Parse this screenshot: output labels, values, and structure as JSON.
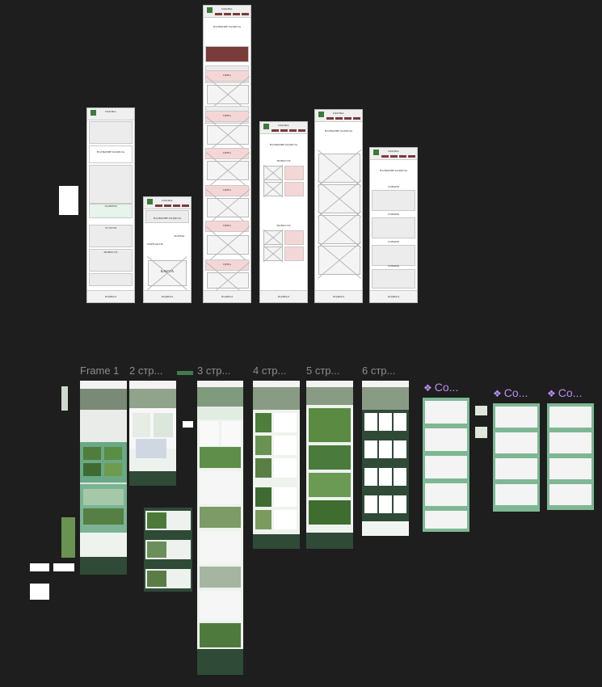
{
  "wireframes": {
    "header_label": "ШАПКА",
    "footer_label": "ПОДВАЛ",
    "nav_title": "НАЗВАНИЕ РАЗДЕЛА",
    "contacts": "КОНТАКТЫ",
    "services": "УСЛУГИ",
    "news": "НОВОСТИ",
    "gallery": "ГАЛЕРЕЯ",
    "map_label": "КАРТА",
    "form_label": "ФОРМА",
    "product": "ТОВАР",
    "text_block": "ТЕКСТ",
    "goods": "ТОВАРЫ",
    "price": "ЦЕНА"
  },
  "frames": {
    "f1": "Frame 1",
    "f2": "2 стр...",
    "f3": "3 стр...",
    "f4": "4 стр...",
    "f5": "5 стр...",
    "f6": "6 стр..."
  },
  "components": {
    "c1": "Co...",
    "c2": "Co...",
    "c3": "Co..."
  },
  "colors": {
    "canvas": "#1e1e1e",
    "frame_label": "#8c8c8c",
    "component_label": "#b98df2",
    "site_green": "#2f4a37",
    "wire_pink": "#f5d6d6",
    "wire_mint": "#e6f4ec",
    "nav_button": "#7a3b3b"
  }
}
